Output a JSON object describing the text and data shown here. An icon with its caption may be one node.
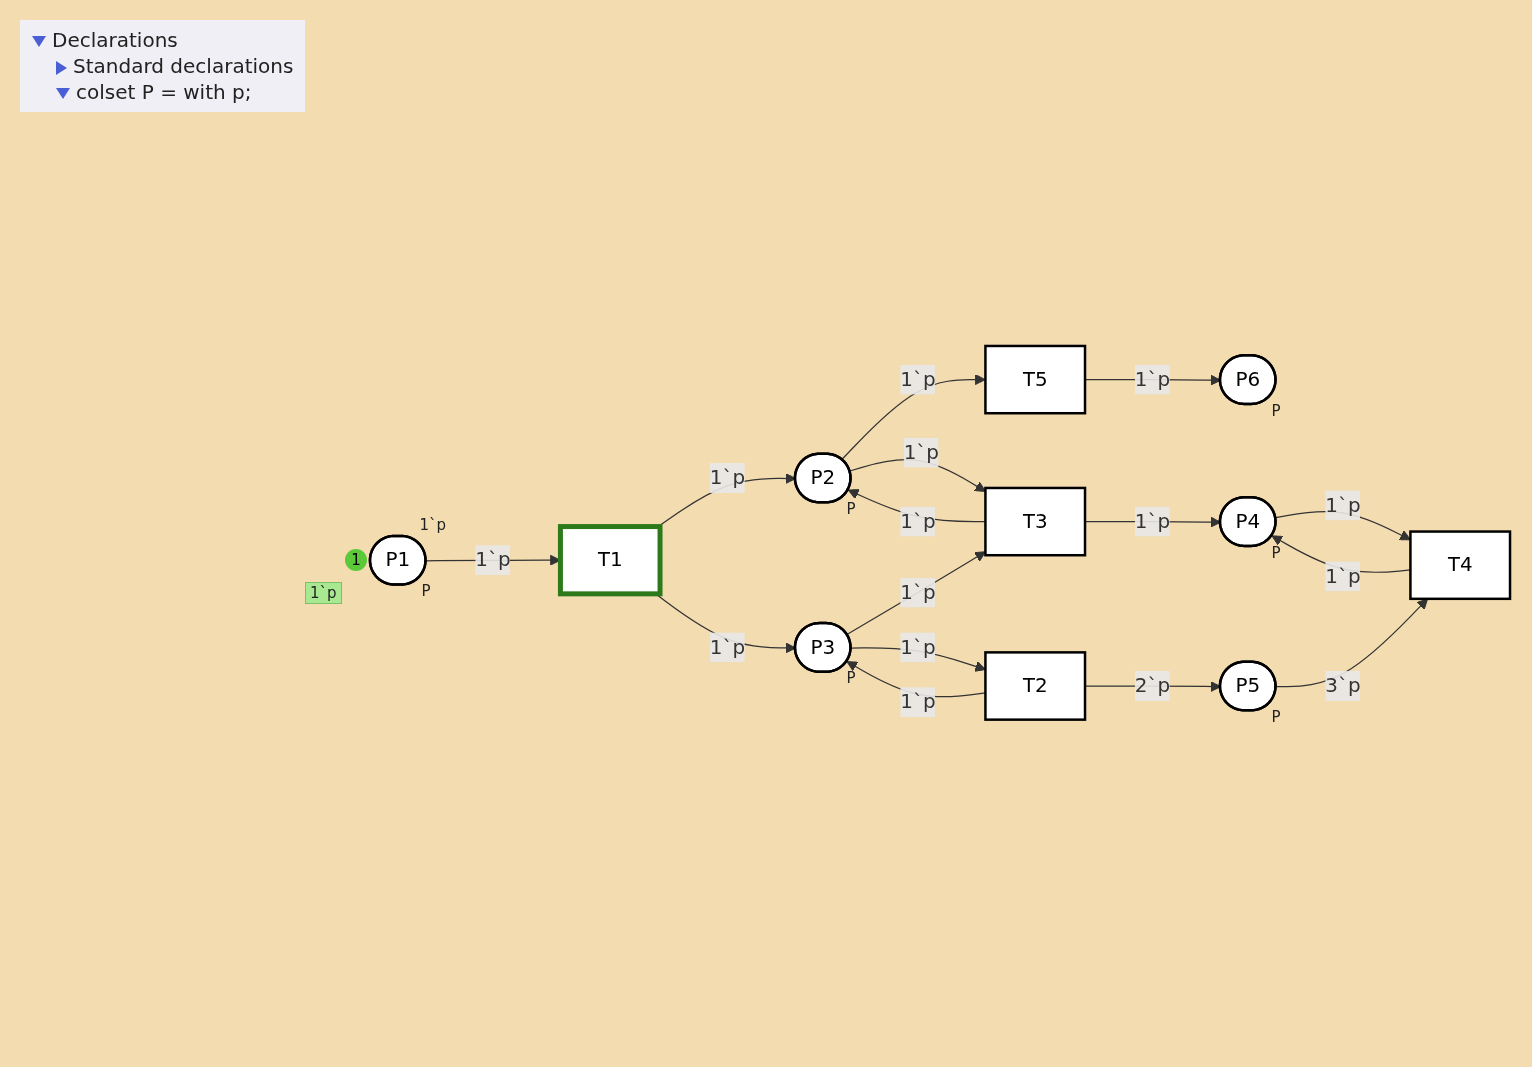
{
  "diagram": {
    "nodes": [
      {
        "text": [
          "P1"
        ],
        "beside": [
          "1`p",
          "P",
          "1",
          "1`p"
        ]
      },
      {
        "text": [
          "T1"
        ]
      },
      {
        "text": [
          "P2"
        ],
        "beside": [
          "P"
        ]
      },
      {
        "text": [
          "T5"
        ]
      },
      {
        "text": [
          "P6"
        ],
        "beside": [
          "P"
        ]
      },
      {
        "text": [
          "P3"
        ],
        "beside": [
          "P"
        ]
      },
      {
        "text": [
          "T3"
        ]
      },
      {
        "text": [
          "P4"
        ],
        "beside": [
          "P"
        ]
      },
      {
        "text": [
          "T2"
        ]
      },
      {
        "text": [
          "T4"
        ]
      },
      {
        "text": [
          "P5"
        ],
        "beside": [
          "P"
        ]
      }
    ],
    "edges": [
      {
        "from": 0,
        "to": 1,
        "arrow": "to",
        "label": "1`p"
      },
      {
        "from": 1,
        "to": 2,
        "arrow": "to",
        "label": "1`p"
      },
      {
        "from": 1,
        "to": 5,
        "arrow": "to",
        "label": "1`p"
      },
      {
        "from": 2,
        "to": 3,
        "arrow": "to",
        "label": "1`p"
      },
      {
        "from": 3,
        "to": 4,
        "arrow": "to",
        "label": "1`p"
      },
      {
        "from": 2,
        "to": 6,
        "arrow": "to",
        "label": "1`p"
      },
      {
        "from": 6,
        "to": 2,
        "arrow": "to",
        "label": "1`p"
      },
      {
        "from": 5,
        "to": 6,
        "arrow": "to",
        "label": "1`p"
      },
      {
        "from": 6,
        "to": 7,
        "arrow": "to",
        "label": "1`p"
      },
      {
        "from": 5,
        "to": 8,
        "arrow": "to",
        "label": "1`p"
      },
      {
        "from": 8,
        "to": 5,
        "arrow": "to",
        "label": "1`p"
      },
      {
        "from": 7,
        "to": 9,
        "arrow": "to",
        "label": "1`p"
      },
      {
        "from": 9,
        "to": 7,
        "arrow": "to",
        "label": "1`p"
      },
      {
        "from": 8,
        "to": 10,
        "arrow": "to",
        "label": "2`p"
      },
      {
        "from": 10,
        "to": 9,
        "arrow": "to",
        "label": "3`p"
      }
    ],
    "labels": [
      "Declarations",
      "Standard declarations",
      "colset P = with p;"
    ]
  }
}
